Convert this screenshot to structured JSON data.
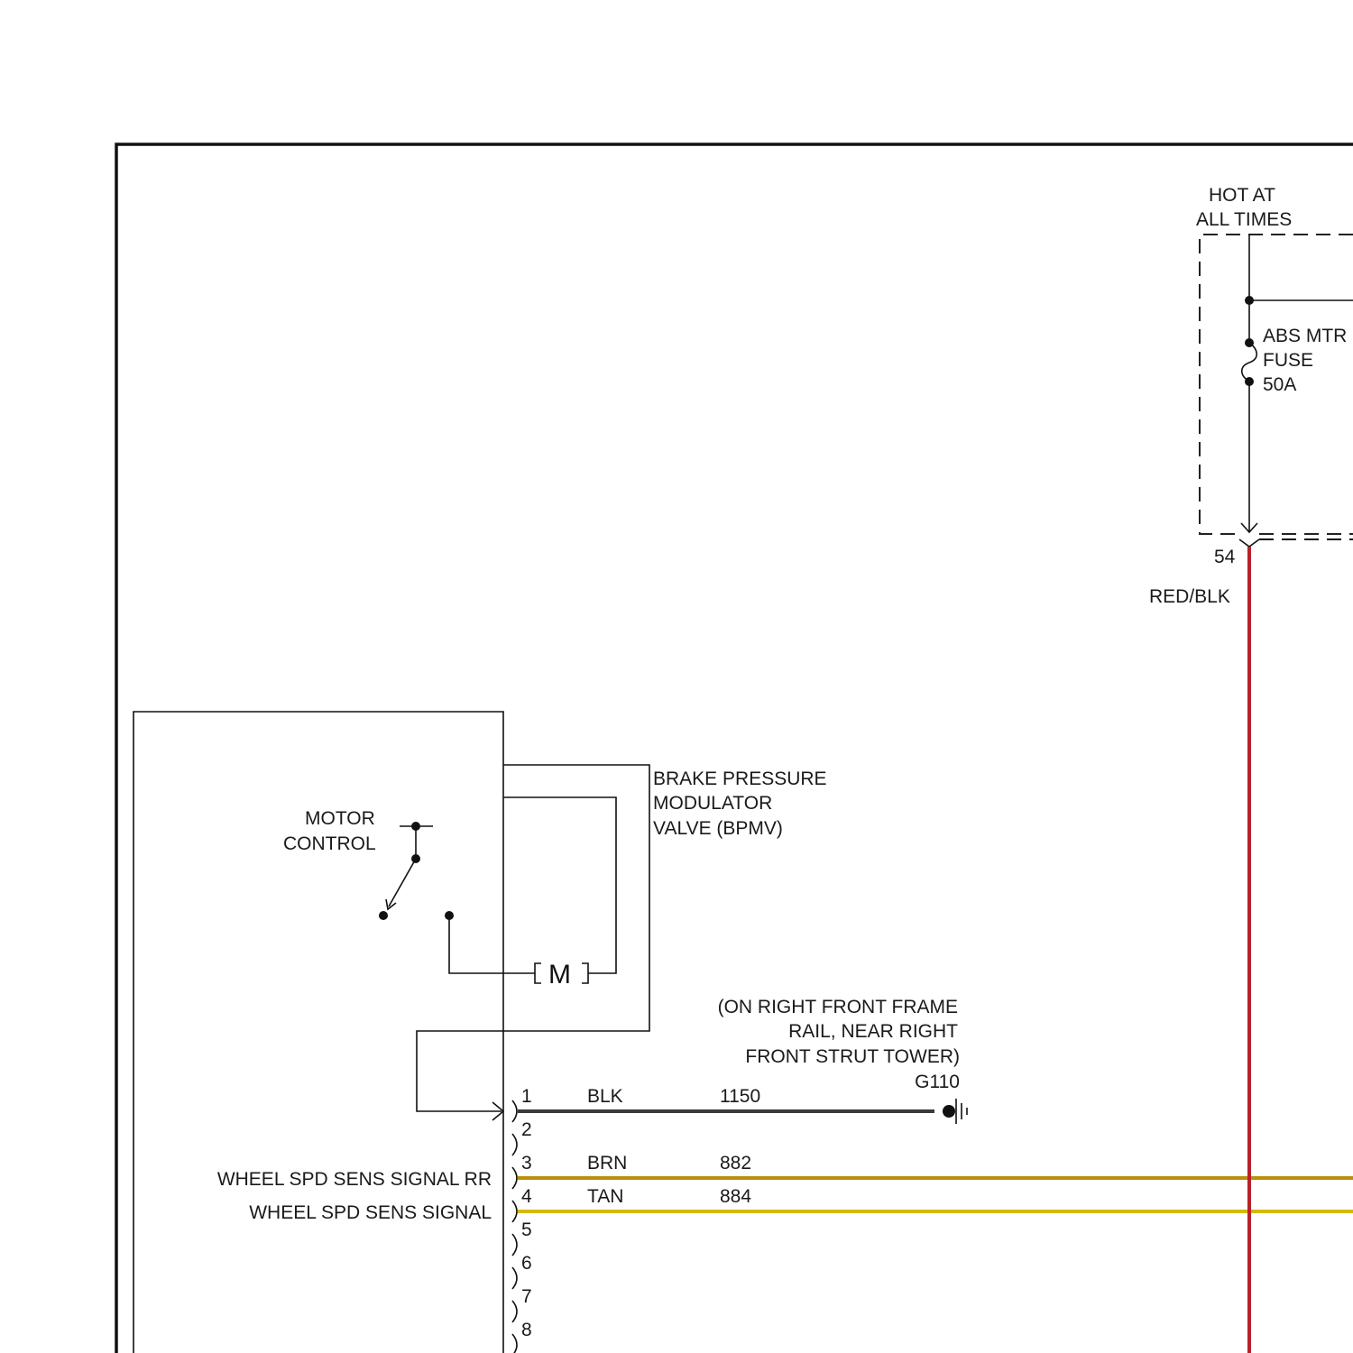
{
  "power": {
    "label_line1": "HOT AT",
    "label_line2": "ALL TIMES",
    "fuse_line1": "ABS MTR",
    "fuse_line2": "FUSE",
    "fuse_rating": "50A",
    "terminal": "54",
    "wire_color": "RED/BLK"
  },
  "bpmv": {
    "line1": "BRAKE PRESSURE",
    "line2": "MODULATOR",
    "line3": "VALVE (BPMV)"
  },
  "motor_control": {
    "line1": "MOTOR",
    "line2": "CONTROL",
    "motor_symbol": "M"
  },
  "ground": {
    "note_line1": "(ON RIGHT FRONT FRAME",
    "note_line2": "RAIL, NEAR RIGHT",
    "note_line3": "FRONT STRUT TOWER)",
    "id": "G110"
  },
  "connector_pins": [
    "1",
    "2",
    "3",
    "4",
    "5",
    "6",
    "7",
    "8"
  ],
  "wires": [
    {
      "pin": "1",
      "color": "BLK",
      "circuit": "1150",
      "signal": "",
      "hex": "#3a3a3a"
    },
    {
      "pin": "3",
      "color": "BRN",
      "circuit": "882",
      "signal": "WHEEL SPD SENS SIGNAL RR",
      "hex": "#b8900a"
    },
    {
      "pin": "4",
      "color": "TAN",
      "circuit": "884",
      "signal": "WHEEL SPD SENS SIGNAL",
      "hex": "#d4b80c"
    }
  ],
  "power_wire_hex": "#b8222a"
}
